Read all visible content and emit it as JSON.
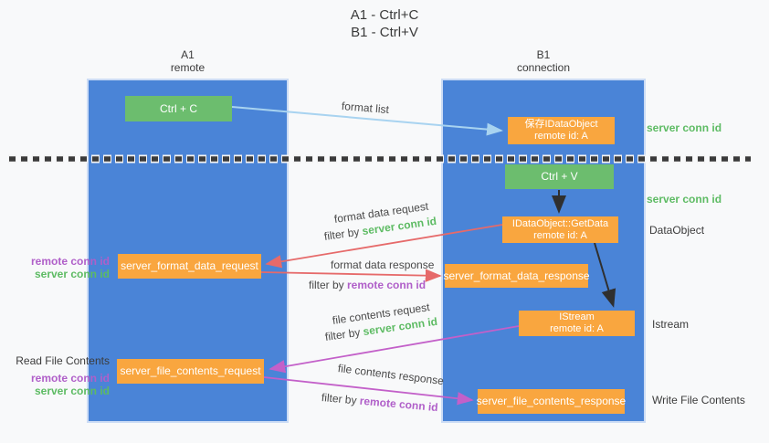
{
  "title": {
    "line1": "A1 - Ctrl+C",
    "line2": "B1 - Ctrl+V"
  },
  "lanes": {
    "left": {
      "name": "A1",
      "subtitle": "remote"
    },
    "right": {
      "name": "B1",
      "subtitle": "connection"
    }
  },
  "boxes": {
    "ctrl_c": "Ctrl + C",
    "ctrl_v": "Ctrl + V",
    "save_dataobject": {
      "line1": "保存IDataObject",
      "line2": "remote id: A"
    },
    "getdata": {
      "line1": "IDataObject::GetData",
      "line2": "remote id: A"
    },
    "istream": {
      "line1": "IStream",
      "line2": "remote id: A"
    },
    "format_request": "server_format_data_request",
    "format_response": "server_format_data_response",
    "file_request": "server_file_contents_request",
    "file_response": "server_file_contents_response"
  },
  "arrow_labels": {
    "format_list": "format list",
    "format_data_request": "format data request",
    "format_data_response": "format data response",
    "file_contents_request": "file contents request",
    "file_contents_response": "file contents response",
    "filter_by": "filter by ",
    "server_conn_id": "server conn id",
    "remote_conn_id": "remote conn id"
  },
  "side_labels": {
    "server_conn_id_top": "server conn id",
    "server_conn_id_mid": "server conn id",
    "dataobject": "DataObject",
    "istream": "Istream",
    "write_file_contents": "Write File Contents",
    "read_file_contents": "Read File Contents",
    "remote_conn_id_mid": "remote conn id",
    "server_conn_id_left_mid": "server conn id",
    "remote_conn_id_bottom": "remote conn id",
    "server_conn_id_left_bottom": "server conn id"
  },
  "colors": {
    "lane_blue": "#4a84d7",
    "green_box": "#6cbd6e",
    "orange_box": "#f9a63f",
    "light_blue_arrow": "#a8d3f0",
    "red_arrow": "#e66a6a",
    "magenta_arrow": "#c360c9",
    "green_text": "#5dbb63",
    "purple_text": "#b05fc9"
  }
}
